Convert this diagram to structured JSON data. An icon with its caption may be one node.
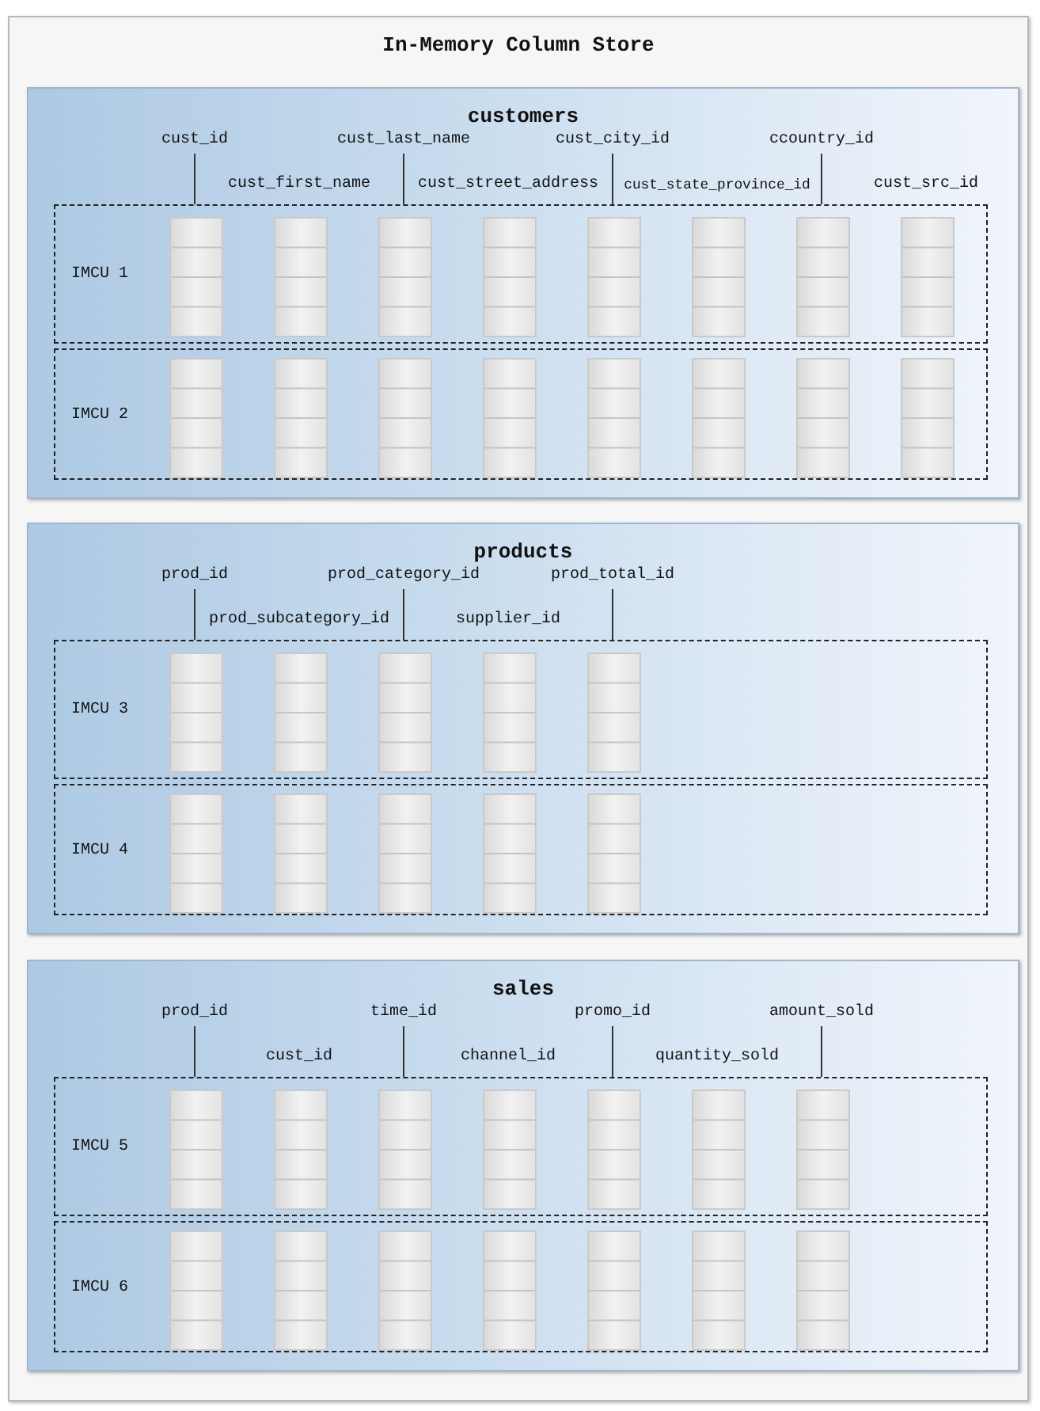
{
  "diagram": {
    "nodes": [
      {
        "text": [
          "In-Memory Column Store"
        ]
      },
      {
        "text": [
          "customers"
        ],
        "in": 0
      },
      {
        "text": [
          "cust_id"
        ],
        "in": 1
      },
      {
        "text": [
          "cust_first_name"
        ],
        "in": 1
      },
      {
        "text": [
          "cust_last_name"
        ],
        "in": 1
      },
      {
        "text": [
          "cust_street_address"
        ],
        "in": 1
      },
      {
        "text": [
          "cust_city_id"
        ],
        "in": 1
      },
      {
        "text": [
          "cust_state_province_id"
        ],
        "in": 1
      },
      {
        "text": [
          "ccountry_id"
        ],
        "in": 1
      },
      {
        "text": [
          "cust_src_id"
        ],
        "in": 1
      },
      {
        "text": [
          "IMCU 1"
        ],
        "in": 1
      },
      {
        "text": [
          "IMCU 2"
        ],
        "in": 1
      },
      {
        "text": [
          "products"
        ],
        "in": 0
      },
      {
        "text": [
          "prod_id"
        ],
        "in": 12
      },
      {
        "text": [
          "prod_subcategory_id"
        ],
        "in": 12
      },
      {
        "text": [
          "prod_category_id"
        ],
        "in": 12
      },
      {
        "text": [
          "supplier_id"
        ],
        "in": 12
      },
      {
        "text": [
          "prod_total_id"
        ],
        "in": 12
      },
      {
        "text": [
          "IMCU 3"
        ],
        "in": 12
      },
      {
        "text": [
          "IMCU 4"
        ],
        "in": 12
      },
      {
        "text": [
          "sales"
        ],
        "in": 0
      },
      {
        "text": [
          "prod_id"
        ],
        "in": 20
      },
      {
        "text": [
          "cust_id"
        ],
        "in": 20
      },
      {
        "text": [
          "time_id"
        ],
        "in": 20
      },
      {
        "text": [
          "channel_id"
        ],
        "in": 20
      },
      {
        "text": [
          "promo_id"
        ],
        "in": 20
      },
      {
        "text": [
          "quantity_sold"
        ],
        "in": 20
      },
      {
        "text": [
          "amount_sold"
        ],
        "in": 20
      },
      {
        "text": [
          "IMCU 5"
        ],
        "in": 20
      },
      {
        "text": [
          "IMCU 6"
        ],
        "in": 20
      }
    ],
    "edges": [
      {
        "from": 2,
        "to": 10,
        "arrow": "none"
      },
      {
        "from": 4,
        "to": 10,
        "arrow": "none"
      },
      {
        "from": 6,
        "to": 10,
        "arrow": "none"
      },
      {
        "from": 8,
        "to": 10,
        "arrow": "none"
      },
      {
        "from": 13,
        "to": 18,
        "arrow": "none"
      },
      {
        "from": 15,
        "to": 18,
        "arrow": "none"
      },
      {
        "from": 17,
        "to": 18,
        "arrow": "none"
      },
      {
        "from": 21,
        "to": 28,
        "arrow": "none"
      },
      {
        "from": 23,
        "to": 28,
        "arrow": "none"
      },
      {
        "from": 25,
        "to": 28,
        "arrow": "none"
      },
      {
        "from": 27,
        "to": 28,
        "arrow": "none"
      }
    ]
  }
}
